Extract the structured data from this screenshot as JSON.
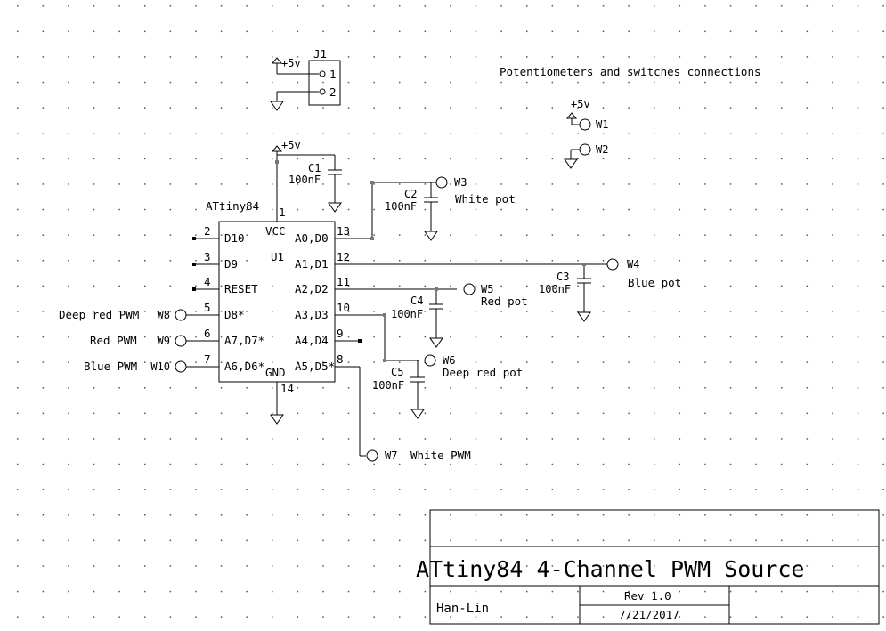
{
  "title_block": {
    "title": "ATtiny84 4-Channel PWM Source",
    "author": "Han-Lin",
    "revision": "Rev 1.0",
    "date": "7/21/2017"
  },
  "note": "Potentiometers and switches connections",
  "power_label": "+5v",
  "connector": {
    "ref": "J1",
    "pin1": "1",
    "pin2": "2"
  },
  "ic": {
    "ref": "U1",
    "part": "ATtiny84",
    "vcc_label": "VCC",
    "gnd_label": "GND",
    "vcc_pin": "1",
    "gnd_pin": "14",
    "left_pins": [
      {
        "num": "2",
        "name": "D10"
      },
      {
        "num": "3",
        "name": "D9"
      },
      {
        "num": "4",
        "name": "RESET"
      },
      {
        "num": "5",
        "name": "D8*"
      },
      {
        "num": "6",
        "name": "A7,D7*"
      },
      {
        "num": "7",
        "name": "A6,D6*"
      }
    ],
    "right_pins": [
      {
        "num": "13",
        "name": "A0,D0"
      },
      {
        "num": "12",
        "name": "A1,D1"
      },
      {
        "num": "11",
        "name": "A2,D2"
      },
      {
        "num": "10",
        "name": "A3,D3"
      },
      {
        "num": "9",
        "name": "A4,D4"
      },
      {
        "num": "8",
        "name": "A5,D5*"
      }
    ]
  },
  "capacitors": [
    {
      "ref": "C1",
      "value": "100nF"
    },
    {
      "ref": "C2",
      "value": "100nF"
    },
    {
      "ref": "C3",
      "value": "100nF"
    },
    {
      "ref": "C4",
      "value": "100nF"
    },
    {
      "ref": "C5",
      "value": "100nF"
    }
  ],
  "wires": [
    {
      "ref": "W1",
      "label": ""
    },
    {
      "ref": "W2",
      "label": ""
    },
    {
      "ref": "W3",
      "label": "White pot"
    },
    {
      "ref": "W4",
      "label": "Blue pot"
    },
    {
      "ref": "W5",
      "label": "Red pot"
    },
    {
      "ref": "W6",
      "label": "Deep red pot"
    },
    {
      "ref": "W7",
      "label": "White PWM"
    },
    {
      "ref": "W8",
      "label": "Deep red PWM"
    },
    {
      "ref": "W9",
      "label": "Red PWM"
    },
    {
      "ref": "W10",
      "label": "Blue PWM"
    }
  ]
}
